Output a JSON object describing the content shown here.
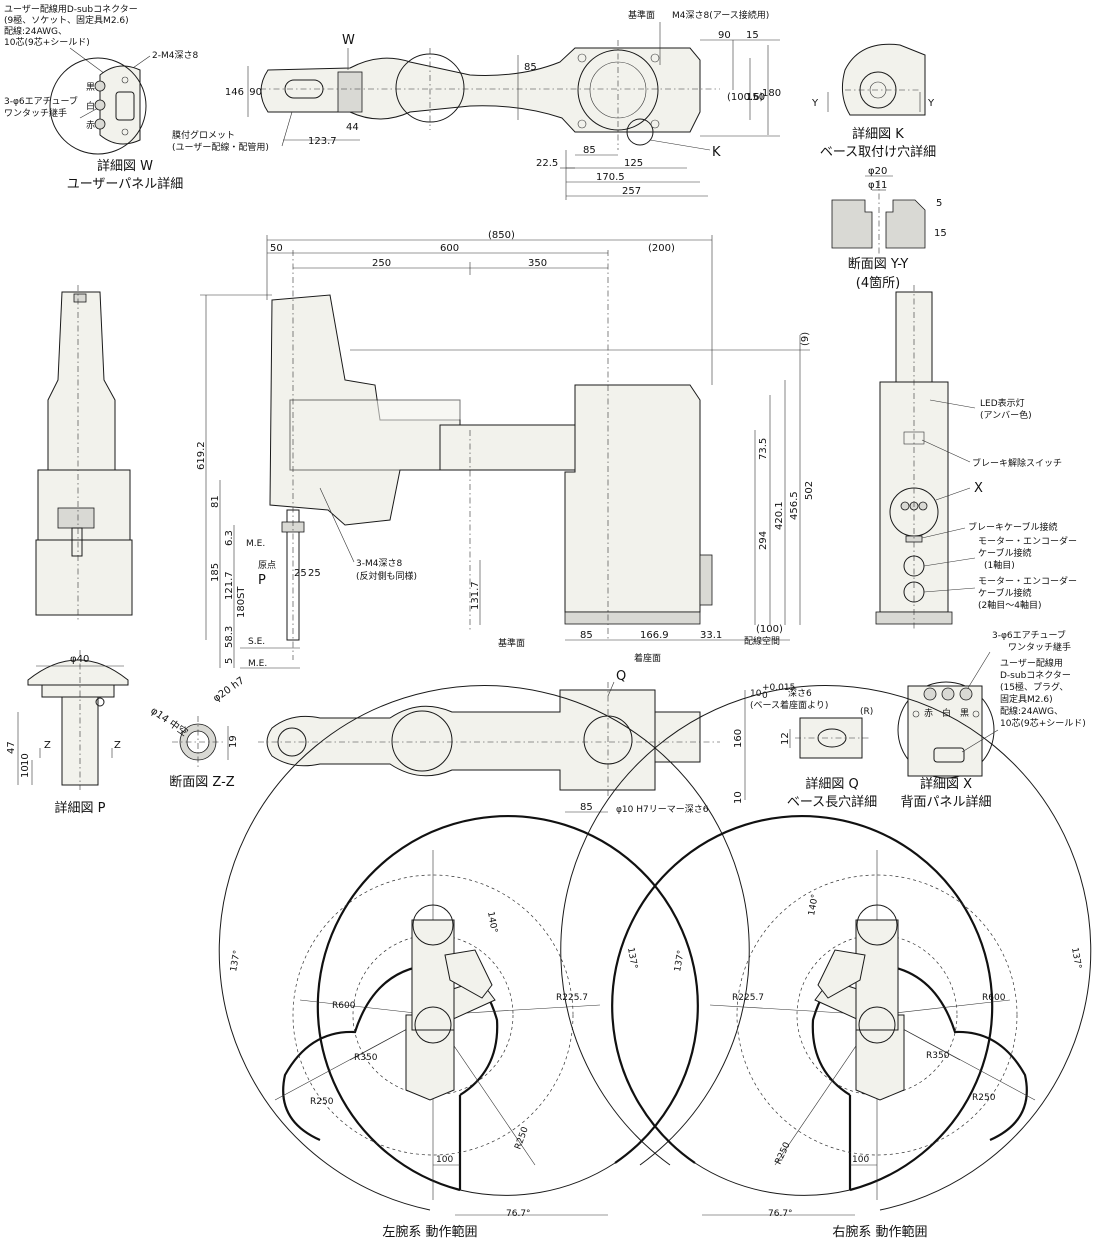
{
  "top_view": {
    "title_w": "W",
    "title_k": "K",
    "label_kijunmen": "基準面",
    "label_m4": "M4深さ8(アース接続用)",
    "label_2m4": "2-M4深さ8",
    "grommet": "膜付グロメット",
    "grommet_sub": "(ユーザー配線・配管用)",
    "dims": [
      "146",
      "90",
      "85",
      "123.7",
      "44",
      "90",
      "15",
      "150",
      "(100.6)",
      "180",
      "85",
      "125",
      "22.5",
      "170.5",
      "257"
    ]
  },
  "detail_w": {
    "note_1": "ユーザー配線用D-subコネクター",
    "note_2": "(9極、ソケット、固定具M2.6)",
    "note_3": "配線:24AWG、",
    "note_4": "10芯(9芯+シールド)",
    "tube_1": "3-φ6エアチューブ",
    "tube_2": "ワンタッチ継手",
    "colors": [
      "黒",
      "白",
      "赤"
    ],
    "caption_1": "詳細図 W",
    "caption_2": "ユーザーパネル詳細"
  },
  "detail_k": {
    "y_label": "Y",
    "caption_1": "詳細図 K",
    "caption_2": "ベース取付け穴詳細"
  },
  "section_yy": {
    "dims": [
      "φ20",
      "φ11",
      "5",
      "15"
    ],
    "caption_1": "断面図 Y-Y",
    "caption_2": "(4箇所)"
  },
  "side_view": {
    "dims_top": [
      "(850)",
      "50",
      "600",
      "(200)",
      "250",
      "350"
    ],
    "dims_left": [
      "619.2",
      "81",
      "185",
      "121.7",
      "180ST",
      "58.3",
      "5",
      "6.3"
    ],
    "dims_right": [
      "(9)",
      "73.5",
      "420.1",
      "456.5",
      "502",
      "294",
      "131.7"
    ],
    "dims_bottom": [
      "85",
      "166.9",
      "33.1",
      "(100)"
    ],
    "label_me": "M.E.",
    "label_genten": "原点",
    "label_p": "P",
    "label_se": "S.E.",
    "label_me2": "M.E.",
    "label_25a": "25",
    "label_25b": "25",
    "label_3m4": "3-M4深さ8",
    "label_3m4_sub": "(反対側も同様)",
    "label_kijunmen": "基準面",
    "label_chakuzamen": "着座面",
    "label_haisen": "配線空間"
  },
  "rear_view": {
    "led_1": "LED表示灯",
    "led_2": "(アンバー色)",
    "brake_switch": "ブレーキ解除スイッチ",
    "x_label": "X",
    "brake_cable": "ブレーキケーブル接続",
    "motor1_1": "モーター・エンコーダー",
    "motor1_2": "ケーブル接続",
    "motor1_3": "(1軸目)",
    "motor2_1": "モーター・エンコーダー",
    "motor2_2": "ケーブル接続",
    "motor2_3": "(2軸目〜4軸目)"
  },
  "detail_p": {
    "dims": [
      "φ40",
      "47",
      "10",
      "10"
    ],
    "z_label": "Z",
    "caption": "詳細図 P"
  },
  "section_zz": {
    "dims": [
      "φ14 中空",
      "φ20 h7",
      "19"
    ],
    "caption": "断面図 Z-Z"
  },
  "bottom_view": {
    "q_label": "Q",
    "dims": [
      "160",
      "10",
      "85"
    ],
    "reamer": "φ10 H7リーマー深さ6"
  },
  "detail_q": {
    "tolerance": "10",
    "tol_upper": "+0.015",
    "tol_lower": "0",
    "depth": "深さ6",
    "note": "(ベース着座面より)",
    "r_label": "(R)",
    "dim": "12",
    "caption_1": "詳細図 Q",
    "caption_2": "ベース長穴詳細"
  },
  "detail_x": {
    "tube_1": "3-φ6エアチューブ",
    "tube_2": "ワンタッチ継手",
    "dsub_1": "ユーザー配線用",
    "dsub_2": "D-subコネクター",
    "dsub_3": "(15極、プラグ、",
    "dsub_4": "固定具M2.6)",
    "dsub_5": "配線:24AWG、",
    "dsub_6": "10芯(9芯+シールド)",
    "colors": [
      "赤",
      "白",
      "黒"
    ],
    "caption_1": "詳細図 X",
    "caption_2": "背面パネル詳細"
  },
  "range_left": {
    "angles": [
      "140°",
      "137°",
      "137°",
      "76.7°"
    ],
    "radii": [
      "R600",
      "R225.7",
      "R350",
      "R250",
      "R250"
    ],
    "dim_100": "100",
    "caption": "左腕系 動作範囲"
  },
  "range_right": {
    "angles": [
      "140°",
      "137°",
      "137°",
      "76.7°"
    ],
    "radii": [
      "R225.7",
      "R600",
      "R350",
      "R250",
      "R250"
    ],
    "dim_100": "100",
    "caption": "右腕系 動作範囲"
  }
}
